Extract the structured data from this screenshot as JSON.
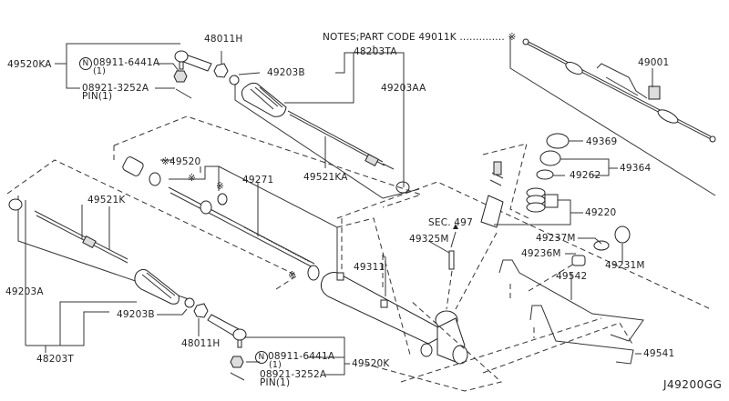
{
  "diagram": {
    "title": "Power Steering Gear Parts Diagram",
    "notes": "NOTES;PART CODE  49011K .............. ※",
    "diagram_code": "J49200GG",
    "labels": {
      "p49520KA": "49520KA",
      "p08911_top": "08911-6441A",
      "p08911_top_qty": "(1)",
      "p08921_top": "08921-3252A",
      "p08921_top_pin": "PIN(1)",
      "p48011H_top": "48011H",
      "p49203B_top": "49203B",
      "p48203TA": "48203TA",
      "p49203AA": "49203AA",
      "p49001": "49001",
      "p49520": "※49520",
      "p_star1": "※",
      "p_star2": "※",
      "p_star3": "※",
      "p49271": "49271",
      "p49521KA": "49521KA",
      "p49369": "49369",
      "p49364": "49364",
      "p49262": "49262",
      "p49220": "49220",
      "pSEC497": "SEC. 497",
      "p49325M": "49325M",
      "p49237M": "49237M",
      "p49236M": "49236M",
      "p49231M": "49231M",
      "p49311": "49311",
      "p49542": "49542",
      "p49541": "49541",
      "p49521K": "49521K",
      "p49203A": "49203A",
      "p49203B_bot": "49203B",
      "p48203T": "48203T",
      "p48011H_bot": "48011H",
      "p08911_bot": "08911-6441A",
      "p08911_bot_qty": "(1)",
      "p08921_bot": "08921-3252A",
      "p08921_bot_pin": "PIN(1)",
      "p49520K": "49520K",
      "n_symbol": "N"
    }
  }
}
